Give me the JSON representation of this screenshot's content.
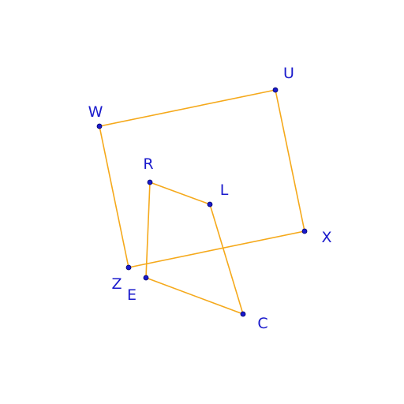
{
  "diagram": {
    "point_labels": {
      "W": "W",
      "U": "U",
      "X": "X",
      "Z": "Z",
      "R": "R",
      "L": "L",
      "C": "C",
      "E": "E"
    },
    "edges": [
      [
        "W",
        "U"
      ],
      [
        "U",
        "X"
      ],
      [
        "X",
        "Z"
      ],
      [
        "Z",
        "W"
      ],
      [
        "R",
        "L"
      ],
      [
        "L",
        "C"
      ],
      [
        "C",
        "E"
      ],
      [
        "E",
        "R"
      ]
    ],
    "colors": {
      "edge": "#f5a91b",
      "point": "#1a1acc",
      "label": "#1a1acc"
    }
  }
}
